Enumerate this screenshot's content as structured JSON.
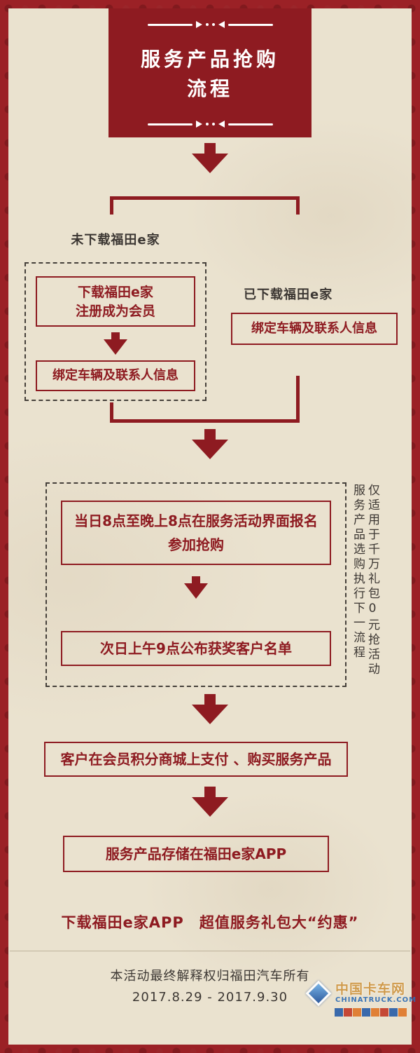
{
  "banner": {
    "title_line1": "服务产品抢购",
    "title_line2": "流程"
  },
  "branch": {
    "left_label": "未下载福田e家",
    "right_label": "已下载福田e家",
    "left_box_line1": "下载福田e家",
    "left_box_line2": "注册成为会员",
    "left_bind_box": "绑定车辆及联系人信息",
    "right_bind_box": "绑定车辆及联系人信息"
  },
  "signup": {
    "register_line1": "当日8点至晚上8点在服务活动界面报名",
    "register_line2": "参加抢购",
    "announce": "次日上午9点公布获奖客户名单",
    "side_note_right": "仅适用于千万礼包0元抢活动",
    "side_note_left": "服务产品选购执行下一流程"
  },
  "purchase": {
    "pay": "客户在会员积分商城上支付 、购买服务产品",
    "store": "服务产品存储在福田e家APP"
  },
  "footer": {
    "promo": "下载福田e家APP　超值服务礼包大“约惠”",
    "disclaimer": "本活动最终解释权归福田汽车所有",
    "dates": "2017.8.29 - 2017.9.30"
  },
  "watermark": {
    "name": "中国卡车网",
    "domain": "CHINATRUCK.COM",
    "strip_colors": [
      "#2b5fa8",
      "#c23b2a",
      "#e0782a",
      "#2b5fa8",
      "#e0782a",
      "#c23b2a",
      "#2b5fa8",
      "#e0782a"
    ]
  },
  "colors": {
    "frame_red": "#9b2126",
    "banner_red": "#8e1b21",
    "panel_beige": "#eae2cf",
    "text_red": "#8e1b21",
    "dark_text": "#3c3733"
  }
}
